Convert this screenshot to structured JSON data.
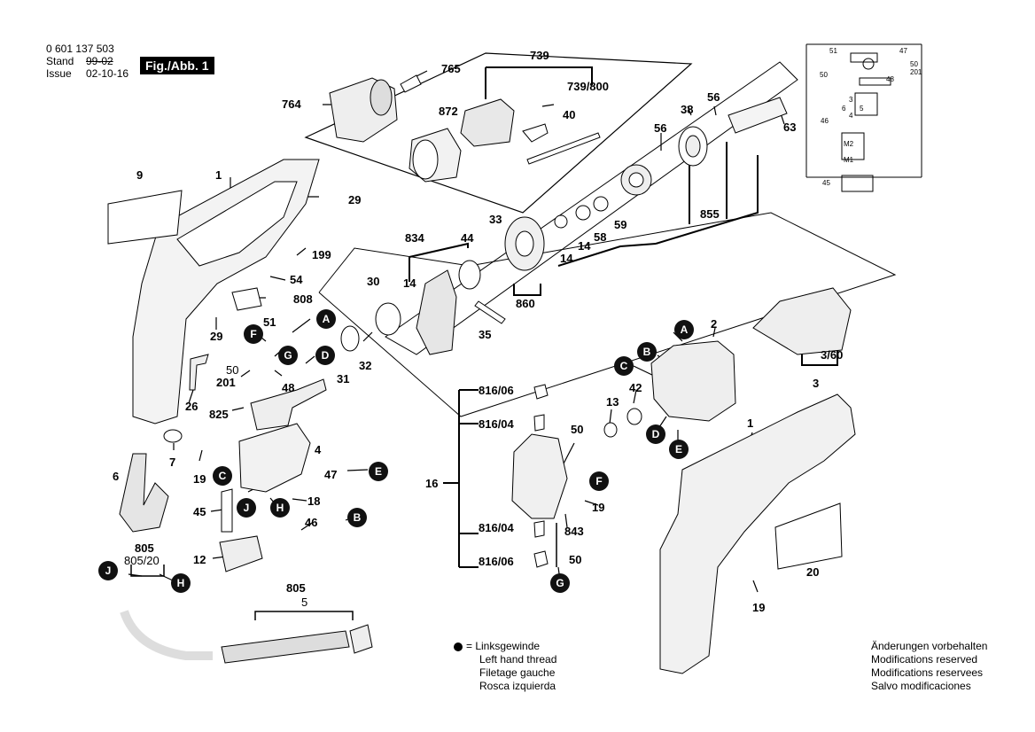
{
  "header": {
    "part_number": "0 601 137 503",
    "stand_label": "Stand",
    "stand_crossed": "99-02",
    "issue_label": "Issue",
    "issue_date": "02-10-16",
    "figure_label": "Fig./Abb. 1"
  },
  "legend": {
    "symbol": "= Linksgewinde",
    "en": "Left hand thread",
    "fr": "Filetage gauche",
    "es": "Rosca izquierda"
  },
  "modifications": {
    "de": "Änderungen vorbehalten",
    "en": "Modifications reserved",
    "fr": "Modifications reservees",
    "es": "Salvo modificaciones"
  },
  "parts": {
    "p765": "765",
    "p764": "764",
    "p739": "739",
    "p739_800": "739/800",
    "p872": "872",
    "p40": "40",
    "p56a": "56",
    "p38": "38",
    "p56b": "56",
    "p63": "63",
    "p855": "855",
    "p9": "9",
    "p1a": "1",
    "p29a": "29",
    "p199": "199",
    "p54": "54",
    "p808": "808",
    "p834": "834",
    "p44": "44",
    "p33": "33",
    "p14a": "14",
    "p14b": "14",
    "p14c": "14",
    "p58": "58",
    "p59": "59",
    "p860": "860",
    "p30": "30",
    "p35": "35",
    "p29b": "29",
    "p51": "51",
    "p50a": "50",
    "p201": "201",
    "p48": "48",
    "p32": "32",
    "p31": "31",
    "p26": "26",
    "p825": "825",
    "p2": "2",
    "p3_60": "3/60",
    "p3": "3",
    "p42": "42",
    "p13": "13",
    "p816_06a": "816/06",
    "p816_04a": "816/04",
    "p50b": "50",
    "p16": "16",
    "p19a": "19",
    "p843": "843",
    "p816_04b": "816/04",
    "p816_06b": "816/06",
    "p50c": "50",
    "p1b": "1",
    "p20": "20",
    "p19b": "19",
    "p6": "6",
    "p7": "7",
    "p19c": "19",
    "p4": "4",
    "p47": "47",
    "p45": "45",
    "p18": "18",
    "p46": "46",
    "p12": "12",
    "p805a": "805",
    "p805_20": "805/20",
    "p805b": "805",
    "p5": "5"
  },
  "markers": {
    "A1": "A",
    "F1": "F",
    "G1": "G",
    "D1": "D",
    "E1": "E",
    "C1": "C",
    "J1": "J",
    "H1": "H",
    "B1": "B",
    "J2": "J",
    "H2": "H",
    "A2": "A",
    "B2": "B",
    "C2": "C",
    "D2": "D",
    "E2": "E",
    "F2": "F",
    "G2": "G"
  },
  "schematic": {
    "s51": "51",
    "s47": "47",
    "s50": "50",
    "s50_201": "50\n201",
    "s48": "48",
    "s3": "3",
    "s6": "6",
    "s5": "5",
    "s4": "4",
    "s46": "46",
    "sM2": "M2",
    "sM1": "M1",
    "s45": "45"
  }
}
